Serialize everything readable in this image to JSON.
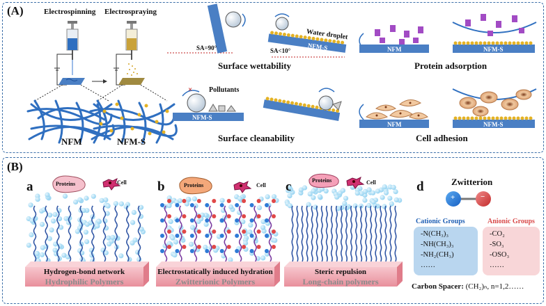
{
  "panel_a": {
    "label": "(A)",
    "electrospinning": "Electrospinning",
    "electrospraying": "Electrospraying",
    "nfm": "NFM",
    "nfm_s": "NFM-S",
    "sa_90": "SA=90°",
    "sa_10": "SA<10°",
    "water_droplet": "Water droplet",
    "pollutants": "Pollutants",
    "surface_wettability": "Surface wettability",
    "protein_adsorption": "Protein adsorption",
    "surface_cleanability": "Surface cleanability",
    "cell_adhesion": "Cell adhesion",
    "membrane_nfm": "NFM",
    "membrane_nfm_s": "NFM-S"
  },
  "panel_b": {
    "label": "(B)",
    "a": {
      "letter": "a",
      "proteins": "Proteins",
      "cell": "Cell",
      "network": "Hydrogen-bond network",
      "polymer": "Hydrophilic Polymers"
    },
    "b": {
      "letter": "b",
      "proteins": "Proteins",
      "cell": "Cell",
      "network": "Electrostatically induced hydration",
      "polymer": "Zwitterionic Polymers"
    },
    "c": {
      "letter": "c",
      "proteins": "Proteins",
      "cell": "Cell",
      "network": "Steric repulsion",
      "polymer": "Long-chain polymers"
    },
    "d": {
      "letter": "d",
      "title": "Zwitterion",
      "plus": "+",
      "minus": "−",
      "cationic_title": "Cationic Groups",
      "cationic": [
        "-N(CH₃)₃",
        "-NH(CH₃)₃",
        "-NH₂(CH₃)",
        "……"
      ],
      "anionic_title": "Anionic Groups",
      "anionic": [
        "-CO₂",
        "-SO₃",
        "-OSO₃",
        "……"
      ],
      "spacer_label": "Carbon Spacer:",
      "spacer_value": "(CH₂)ₙ, n=1,2……"
    }
  },
  "colors": {
    "membrane_blue": "#4a7fc4",
    "zwitter_gold": "#d9a520",
    "protein_purple": "#a24bc4",
    "cell_tan": "#e8b98a",
    "water_blue": "#9fd8f3",
    "chain_blue": "#2f55a4",
    "chain_purple": "#7a3aa0",
    "bar_pink": "#f5b8c0",
    "cationic_box": "#b9d6ef",
    "anionic_box": "#f8d6d8",
    "cationic_text": "#1f5fb4",
    "anionic_text": "#d94a4a",
    "frame": "#3b6ea8"
  }
}
